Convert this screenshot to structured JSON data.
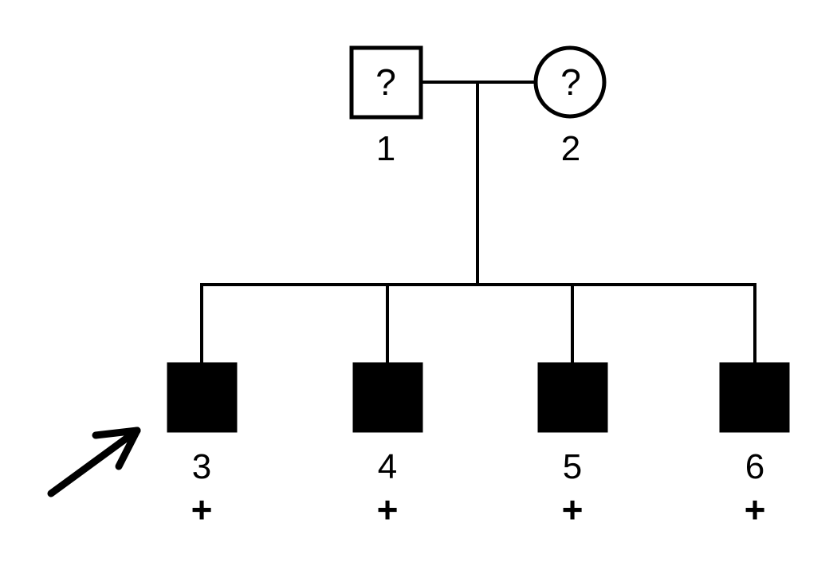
{
  "diagram": {
    "kind": "pedigree-chart",
    "background_color": "#ffffff",
    "line_color": "#000000",
    "generations": [
      {
        "name": "generation-I",
        "members": [
          {
            "id": "1",
            "shape": "square",
            "sex": "male",
            "status": "unaffected",
            "fill": "#ffffff",
            "inside_text": "?",
            "id_label": "1",
            "marker": ""
          },
          {
            "id": "2",
            "shape": "circle",
            "sex": "female",
            "status": "unaffected",
            "fill": "#ffffff",
            "inside_text": "?",
            "id_label": "2",
            "marker": ""
          }
        ]
      },
      {
        "name": "generation-II",
        "members": [
          {
            "id": "3",
            "shape": "square",
            "sex": "male",
            "status": "affected",
            "fill": "#000000",
            "inside_text": "",
            "id_label": "3",
            "marker": "+",
            "proband": true
          },
          {
            "id": "4",
            "shape": "square",
            "sex": "male",
            "status": "affected",
            "fill": "#000000",
            "inside_text": "",
            "id_label": "4",
            "marker": "+",
            "proband": false
          },
          {
            "id": "5",
            "shape": "square",
            "sex": "male",
            "status": "affected",
            "fill": "#000000",
            "inside_text": "",
            "id_label": "5",
            "marker": "+",
            "proband": false
          },
          {
            "id": "6",
            "shape": "square",
            "sex": "male",
            "status": "affected",
            "fill": "#000000",
            "inside_text": "",
            "id_label": "6",
            "marker": "+",
            "proband": false
          }
        ]
      }
    ],
    "proband_arrow": {
      "name": "proband-arrow",
      "points_to": "3",
      "direction": "up-right"
    }
  }
}
